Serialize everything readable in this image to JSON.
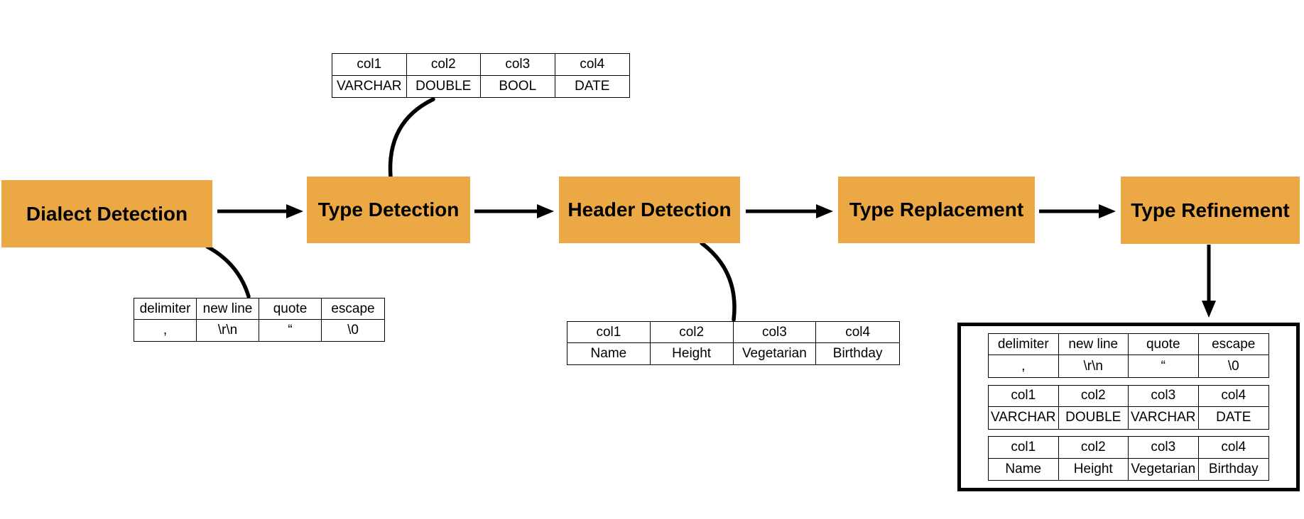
{
  "diagram": {
    "colors": {
      "stage_fill": "#ECA845",
      "connector": "#000000",
      "table_border": "#000000",
      "background": "#FFFFFF"
    },
    "stages": [
      {
        "id": "dialect-detection",
        "label": "Dialect Detection"
      },
      {
        "id": "type-detection",
        "label": "Type Detection"
      },
      {
        "id": "header-detection",
        "label": "Header Detection"
      },
      {
        "id": "type-replacement",
        "label": "Type Replacement"
      },
      {
        "id": "type-refinement",
        "label": "Type Refinement"
      }
    ],
    "tables": {
      "detected_types": {
        "headers": [
          "col1",
          "col2",
          "col3",
          "col4"
        ],
        "values": [
          "VARCHAR",
          "DOUBLE",
          "BOOL",
          "DATE"
        ]
      },
      "detected_dialect": {
        "headers": [
          "delimiter",
          "new line",
          "quote",
          "escape"
        ],
        "values": [
          ",",
          "\\r\\n",
          "“",
          "\\0"
        ]
      },
      "detected_header": {
        "headers": [
          "col1",
          "col2",
          "col3",
          "col4"
        ],
        "values": [
          "Name",
          "Height",
          "Vegetarian",
          "Birthday"
        ]
      },
      "result_dialect": {
        "headers": [
          "delimiter",
          "new line",
          "quote",
          "escape"
        ],
        "values": [
          ",",
          "\\r\\n",
          "“",
          "\\0"
        ]
      },
      "result_types": {
        "headers": [
          "col1",
          "col2",
          "col3",
          "col4"
        ],
        "values": [
          "VARCHAR",
          "DOUBLE",
          "VARCHAR",
          "DATE"
        ]
      },
      "result_header": {
        "headers": [
          "col1",
          "col2",
          "col3",
          "col4"
        ],
        "values": [
          "Name",
          "Height",
          "Vegetarian",
          "Birthday"
        ]
      }
    }
  }
}
